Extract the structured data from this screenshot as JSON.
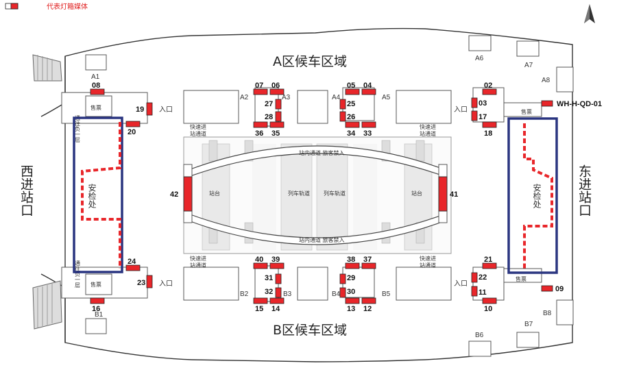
{
  "legend": {
    "text": "代表灯箱媒体"
  },
  "map": {
    "north_waiting": "A区候车区域",
    "south_waiting": "B区候车区域",
    "west_entrance": "西进站口",
    "east_entrance": "东进站口",
    "security_left": "安检处",
    "security_right": "安检处",
    "ticket_label": "售票",
    "entrance_label": "入口",
    "passage_label": "站内通道  旅客禁入",
    "fast_label_1": "快速进",
    "fast_label_2": "站通道",
    "platform_label": "站台",
    "track_label": "列车轨道",
    "transfer_label": "通往负一层",
    "media_code": "WH-H-QD-01"
  },
  "gates": [
    "A1",
    "A2",
    "A3",
    "A4",
    "A5",
    "A6",
    "A7",
    "A8",
    "B1",
    "B2",
    "B3",
    "B4",
    "B5",
    "B6",
    "B7",
    "B8"
  ],
  "media_numbers": [
    "02",
    "03",
    "04",
    "05",
    "06",
    "07",
    "08",
    "09",
    "10",
    "11",
    "12",
    "13",
    "14",
    "15",
    "16",
    "17",
    "18",
    "19",
    "20",
    "21",
    "22",
    "23",
    "24",
    "25",
    "26",
    "27",
    "28",
    "29",
    "30",
    "31",
    "32",
    "33",
    "34",
    "35",
    "36",
    "37",
    "38",
    "39",
    "40",
    "41",
    "42"
  ],
  "colors": {
    "media": "#e8262a",
    "security_box": "#2a3580"
  },
  "icons": {
    "compass": "north-arrow-icon"
  }
}
